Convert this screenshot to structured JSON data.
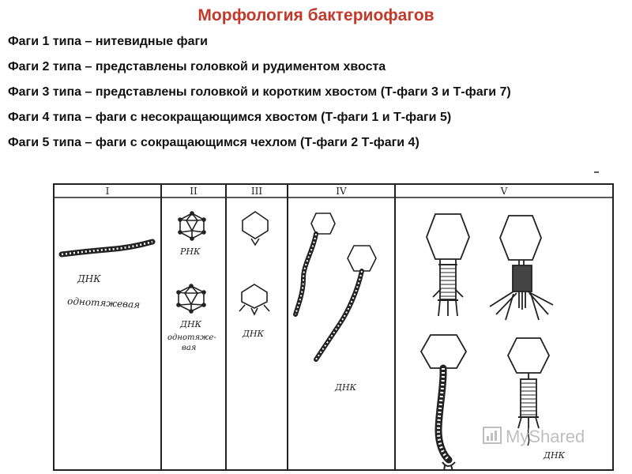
{
  "title": "Морфология бактериофагов",
  "types": [
    "Фаги 1 типа – нитевидные фаги",
    "Фаги 2 типа – представлены головкой и рудиментом хвоста",
    "Фаги 3 типа – представлены головкой и коротким хвостом (Т-фаги 3 и Т-фаги 7)",
    "Фаги 4 типа – фаги с несокращающимся хвостом (Т-фаги 1 и Т-фаги 5)",
    "Фаги 5 типа – фаги с сокращающимся чехлом (Т-фаги 2 Т-фаги 4)"
  ],
  "diagram": {
    "columns": [
      "I",
      "II",
      "III",
      "IV",
      "V"
    ],
    "labels": {
      "dnk": "ДНК",
      "rnk": "РНК",
      "odnonit_1": "однотяжевая",
      "odnonit_2a": "однотяже-",
      "odnonit_2b": "вая"
    }
  },
  "watermark": "MyShared"
}
